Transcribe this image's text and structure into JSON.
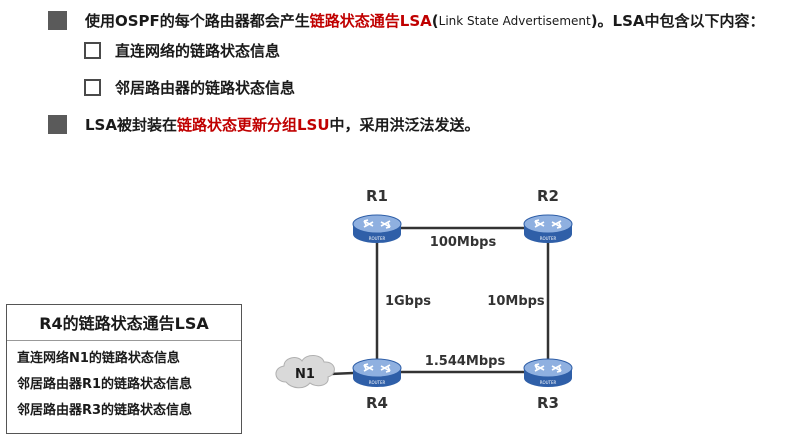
{
  "bullets": {
    "b1": {
      "prefix": "使用OSPF的每个路由器都会产生",
      "highlight": "链路状态通告LSA",
      "paren_open": "(",
      "en_text": "Link State Advertisement",
      "suffix": ")。LSA中包含以下内容："
    },
    "sub1": "直连网络的链路状态信息",
    "sub2": "邻居路由器的链路状态信息",
    "b2": {
      "prefix": "LSA被封装在",
      "highlight": "链路状态更新分组LSU",
      "suffix": "中，采用洪泛法发送。"
    }
  },
  "panel": {
    "title": "R4的链路状态通告LSA",
    "lines": [
      "直连网络N1的链路状态信息",
      "邻居路由器R1的链路状态信息",
      "邻居路由器R3的链路状态信息"
    ]
  },
  "topology": {
    "router_badge": "ROUTER",
    "routers": {
      "r1": "R1",
      "r2": "R2",
      "r3": "R3",
      "r4": "R4"
    },
    "network": "N1",
    "links": {
      "r1_r2": "100Mbps",
      "r1_r4": "1Gbps",
      "r2_r3": "10Mbps",
      "r4_r3": "1.544Mbps"
    }
  },
  "colors": {
    "highlight": "#c00000",
    "router_body": "#2f5fa8",
    "router_top": "#8fb0e0",
    "link": "#333333",
    "cloud": "#d9d9d9"
  }
}
